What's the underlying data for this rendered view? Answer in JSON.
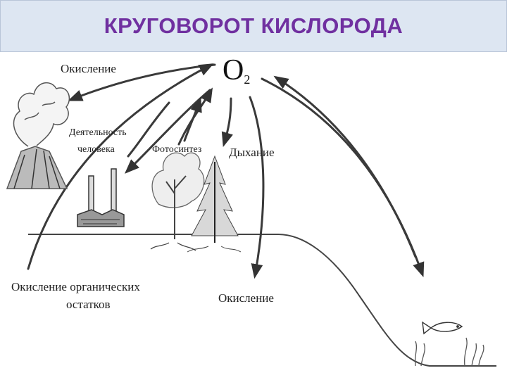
{
  "title": {
    "text": "КРУГОВОРОТ КИСЛОРОДА",
    "color": "#7030a0",
    "background": "#dde6f2"
  },
  "diagram": {
    "center": {
      "formula": "O",
      "subscript": "2"
    },
    "labels": {
      "oxidation_top": "Окисление",
      "human_activity_line1": "Деятельность",
      "human_activity_line2": "человека",
      "photosynthesis": "Фотосинтез",
      "respiration": "Дыхание",
      "organic_line1": "Окисление органических",
      "organic_line2": "остатков",
      "oxidation_bottom": "Окисление"
    },
    "icons": [
      "volcano-icon",
      "factory-icon",
      "deciduous-tree-icon",
      "fir-tree-icon",
      "fish-icon",
      "water-plants-icon"
    ]
  }
}
